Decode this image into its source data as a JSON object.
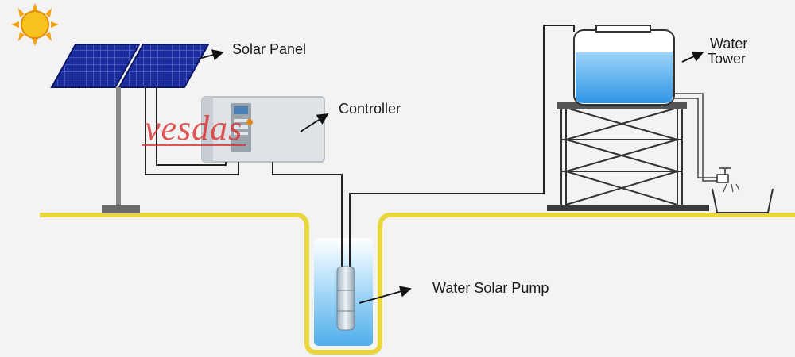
{
  "labels": {
    "solar_panel": "Solar Panel",
    "controller": "Controller",
    "water_tower_line1": "Water",
    "water_tower_line2": "Tower",
    "water_solar_pump": "Water Solar Pump"
  },
  "watermark": "vesdas",
  "colors": {
    "background": "#f3f3f3",
    "ground": "#e9d63a",
    "water": "#5fb8ef",
    "tank_water": "#3ea0e9",
    "panel": "#1a2a9a",
    "wire": "#222222",
    "watermark": "#da2828"
  }
}
